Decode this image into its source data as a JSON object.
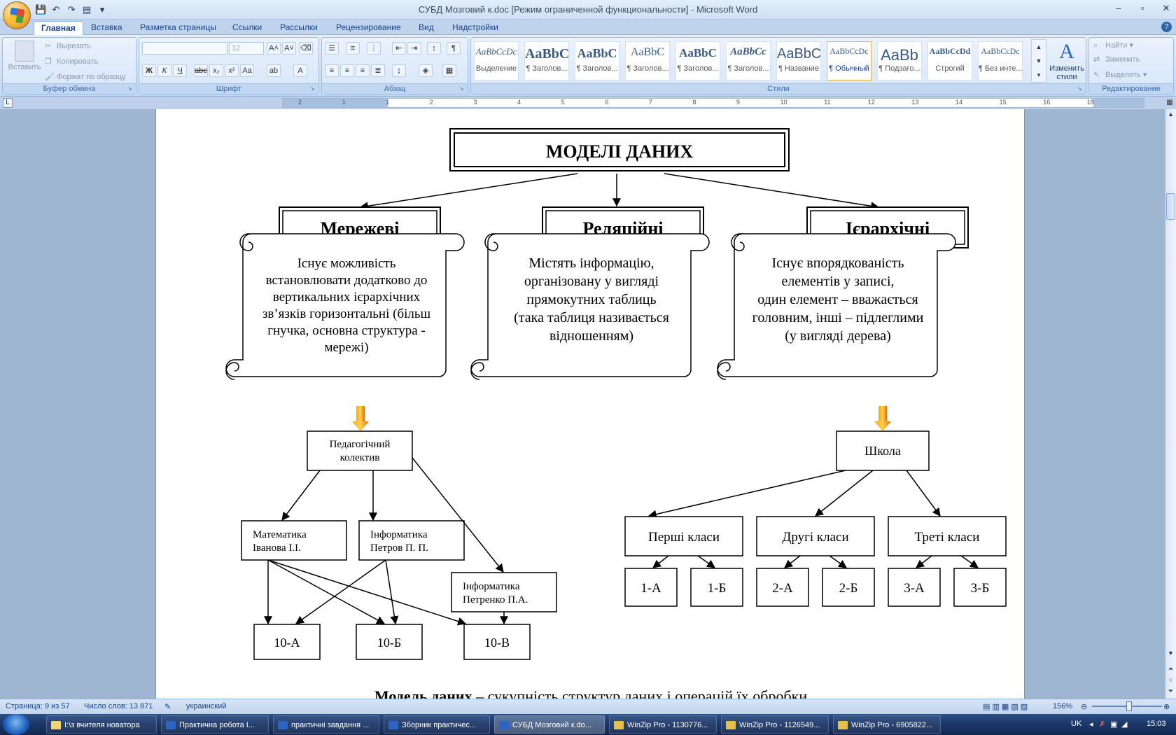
{
  "window": {
    "title": "СУБД Мозговий к.doc [Режим ограниченной функциональности] - Microsoft Word",
    "controls": [
      "–",
      "▫",
      "✕"
    ]
  },
  "quick_access": [
    "save-icon",
    "undo-icon",
    "redo-icon",
    "print-icon",
    "customize-icon"
  ],
  "tabs": [
    "Главная",
    "Вставка",
    "Разметка страницы",
    "Ссылки",
    "Рассылки",
    "Рецензирование",
    "Вид",
    "Надстройки"
  ],
  "ribbon": {
    "clipboard": {
      "label": "Буфер обмена",
      "paste": "Вставить",
      "cut": "Вырезать",
      "copy": "Копировать",
      "format_painter": "Формат по образцу"
    },
    "font": {
      "label": "Шрифт",
      "font_name": "",
      "font_size": "12"
    },
    "paragraph": {
      "label": "Абзац"
    },
    "styles": {
      "label": "Стили",
      "items": [
        {
          "sample": "AaBbCcDc",
          "name": "Выделение"
        },
        {
          "sample": "AaBbC",
          "name": "¶ Заголов..."
        },
        {
          "sample": "AaBbC",
          "name": "¶ Заголов..."
        },
        {
          "sample": "AaBbC",
          "name": "¶ Заголов..."
        },
        {
          "sample": "AaBbC",
          "name": "¶ Заголов..."
        },
        {
          "sample": "AaBbCc",
          "name": "¶ Заголов..."
        },
        {
          "sample": "AaBbC",
          "name": "¶ Название"
        },
        {
          "sample": "AaBbCcDc",
          "name": "¶ Обычный"
        },
        {
          "sample": "AaBb",
          "name": "¶ Подзаго..."
        },
        {
          "sample": "AaBbCcDd",
          "name": "Строгий"
        },
        {
          "sample": "AaBbCcDc",
          "name": "¶ Без инте..."
        }
      ],
      "change_styles": "Изменить стили"
    },
    "editing": {
      "label": "Редактирование",
      "find": "Найти",
      "replace": "Заменить",
      "select": "Выделить"
    }
  },
  "ruler": {
    "ticks": [
      "2",
      "1",
      "1",
      "2",
      "3",
      "4",
      "5",
      "6",
      "7",
      "8",
      "9",
      "10",
      "11",
      "12",
      "13",
      "14",
      "15",
      "16",
      "18"
    ]
  },
  "diagram": {
    "title": "МОДЕЛІ ДАНИХ",
    "categories": [
      "Мережеві",
      "Реляційні",
      "Ієрархічні"
    ],
    "scrolls": [
      [
        "Існує можливість",
        "встановлювати додатково до",
        "вертикальних ієрархічних",
        "зв’язків горизонтальні (більш",
        "гнучка, основна структура -",
        "мережі)"
      ],
      [
        "Містять інформацію,",
        "організовану у вигляді",
        "прямокутних таблиць",
        "(така таблиця називається",
        "відношенням)"
      ],
      [
        "Існує впорядкованість",
        "елементів у записі,",
        "один елемент – вважається",
        "головним, інші – підлеглими",
        "(у вигляді дерева)"
      ]
    ],
    "network": {
      "root": [
        "Педагогічний",
        "колектив"
      ],
      "teachers": [
        [
          "Математика",
          "Іванова І.І."
        ],
        [
          "Інформатика",
          "Петров П. П."
        ],
        [
          "Інформатика",
          "Петренко П.А."
        ]
      ],
      "classes": [
        "10-А",
        "10-Б",
        "10-В"
      ]
    },
    "hierarchy": {
      "root": "Школа",
      "levels": [
        "Перші класи",
        "Другі класи",
        "Треті класи"
      ],
      "leaves": [
        "1-А",
        "1-Б",
        "2-А",
        "2-Б",
        "3-А",
        "3-Б"
      ]
    }
  },
  "caption": {
    "term": "Модель даних",
    "rest": " – сукупність структур даних і операцій їх обробки"
  },
  "status": {
    "page": "Страница: 9 из 57",
    "words": "Число слов: 13 871",
    "language": "украинский",
    "zoom": "156%"
  },
  "taskbar": [
    {
      "label": "I:\\з вчителя новатора",
      "icon": "folder"
    },
    {
      "label": "Практична робота І...",
      "icon": "word"
    },
    {
      "label": "практичні завдання ...",
      "icon": "word"
    },
    {
      "label": "Збоpник практичес...",
      "icon": "word"
    },
    {
      "label": "СУБД Мозговий к.do...",
      "icon": "word"
    },
    {
      "label": "WinZip Pro - 1130776...",
      "icon": "zip"
    },
    {
      "label": "WinZip Pro - 1126549...",
      "icon": "zip"
    },
    {
      "label": "WinZip Pro - 6905822...",
      "icon": "zip"
    }
  ],
  "tray": {
    "lang": "UK",
    "time": "15:03"
  }
}
